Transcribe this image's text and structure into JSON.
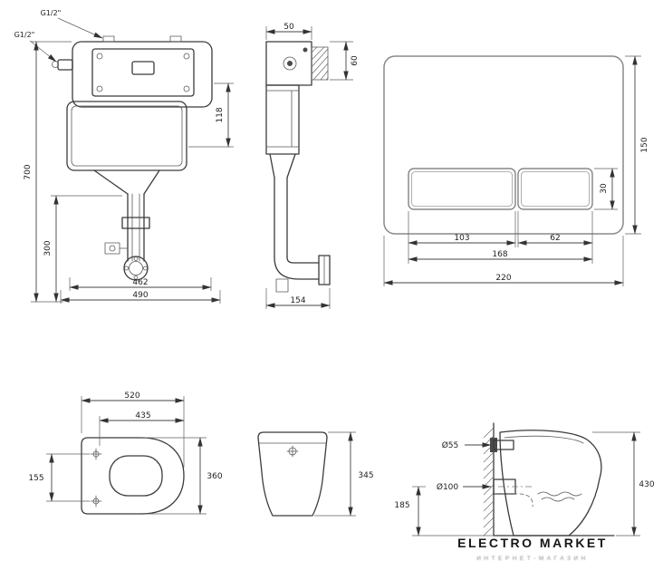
{
  "cistern_front": {
    "g12_top": "G1/2\"",
    "g12_left": "G1/2\"",
    "dim_700": "700",
    "dim_300": "300",
    "dim_118": "118",
    "dim_462": "462",
    "dim_490": "490"
  },
  "cistern_side": {
    "dim_50": "50",
    "dim_60": "60",
    "dim_154": "154"
  },
  "flush_plate": {
    "dim_150": "150",
    "dim_30": "30",
    "dim_103": "103",
    "dim_62": "62",
    "dim_168": "168",
    "dim_220": "220"
  },
  "bowl_top": {
    "dim_520": "520",
    "dim_435": "435",
    "dim_155": "155",
    "dim_360": "360"
  },
  "bowl_front": {
    "dim_345": "345"
  },
  "bowl_side": {
    "dim_55": "Ø55",
    "dim_100": "Ø100",
    "dim_185": "185",
    "dim_430": "430"
  },
  "brand": {
    "name": "ELECTRO MARKET",
    "tagline": "ИНТЕРНЕТ-МАГАЗИН"
  }
}
